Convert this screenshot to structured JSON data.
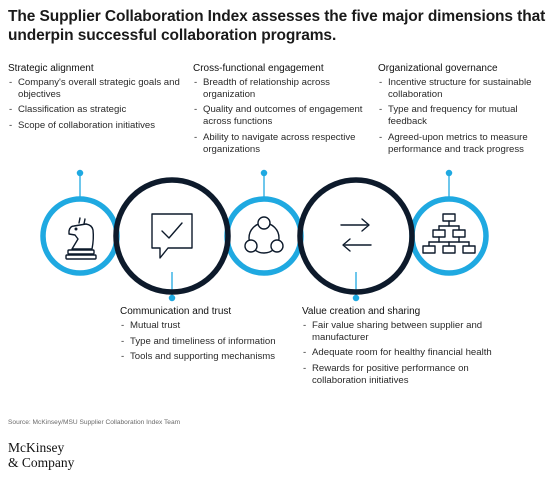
{
  "title": "The Supplier Collaboration Index assesses the five major dimensions that underpin successful collaboration programs.",
  "blocks": {
    "strategic": {
      "heading": "Strategic alignment",
      "items": [
        "Company's overall strategic goals and objectives",
        "Classification as strategic",
        "Scope of collaboration initiatives"
      ]
    },
    "cross": {
      "heading": "Cross-functional engagement",
      "items": [
        "Breadth of relationship across organization",
        "Quality and outcomes of engagement across functions",
        "Ability to navigate across respective organizations"
      ]
    },
    "governance": {
      "heading": "Organizational governance",
      "items": [
        "Incentive structure for sustainable collaboration",
        "Type and frequency for mutual feedback",
        "Agreed-upon metrics to measure performance and track progress"
      ]
    },
    "communication": {
      "heading": "Communication and trust",
      "items": [
        "Mutual trust",
        "Type and timeliness of information",
        "Tools and supporting mechanisms"
      ]
    },
    "value": {
      "heading": "Value creation and sharing",
      "items": [
        "Fair value sharing between supplier and manufacturer",
        "Adequate room for healthy financial health",
        "Rewards for positive performance on collaboration initiatives"
      ]
    }
  },
  "icons": [
    "chess-knight-icon",
    "chat-check-icon",
    "network-people-icon",
    "exchange-arrows-icon",
    "org-chart-icon"
  ],
  "colors": {
    "accent": "#1fa9e1",
    "dark": "#0d1a2b"
  },
  "source": "Source: McKinsey/MSU Supplier Collaboration Index Team",
  "logo": {
    "line1": "McKinsey",
    "line2": "& Company"
  }
}
